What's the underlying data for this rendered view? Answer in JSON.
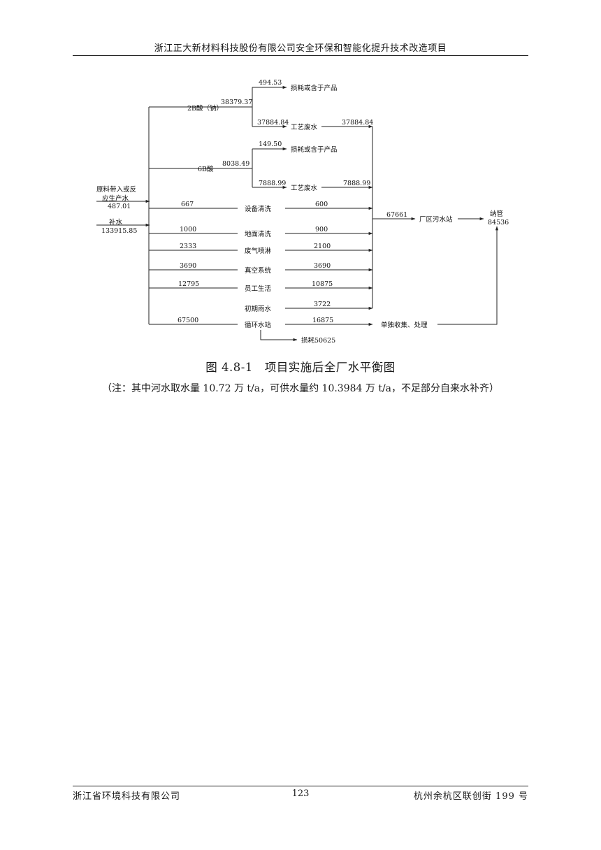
{
  "header": {
    "title": "浙江正大新材料科技股份有限公司安全环保和智能化提升技术改造项目"
  },
  "footer": {
    "company": "浙江省环境科技有限公司",
    "page": "123",
    "address": "杭州余杭区联创街 199 号"
  },
  "figure": {
    "caption": "图 4.8-1　项目实施后全厂水平衡图",
    "note": "（注：其中河水取水量 10.72 万 t/a，可供水量约 10.3984 万 t/a，不足部分自来水补齐）"
  },
  "diagram": {
    "inputs": {
      "raw_label_1": "原料带入或反",
      "raw_label_2": "应生产水",
      "raw_value": "487.01",
      "makeup_label": "补水",
      "makeup_value": "133915.85"
    },
    "acid2b": {
      "name": "2B酸（钠）",
      "in_value": "38379.37",
      "loss_value": "494.53",
      "loss_label": "损耗或含于产品",
      "waste_value": "37884.84",
      "waste_label": "工艺废水",
      "out_value": "37884.84"
    },
    "acid6b": {
      "name": "6B酸",
      "in_value": "8038.49",
      "loss_value": "149.50",
      "loss_label": "损耗或含于产品",
      "waste_value": "7888.99",
      "waste_label": "工艺废水",
      "out_value": "7888.99"
    },
    "units": [
      {
        "name": "设备清洗",
        "in": "667",
        "out": "600"
      },
      {
        "name": "地面清洗",
        "in": "1000",
        "out": "900"
      },
      {
        "name": "废气喷淋",
        "in": "2333",
        "out": "2100"
      },
      {
        "name": "真空系统",
        "in": "3690",
        "out": "3690"
      },
      {
        "name": "员工生活",
        "in": "12795",
        "out": "10875"
      },
      {
        "name": "初期雨水",
        "in": "",
        "out": "3722"
      },
      {
        "name": "循环水站",
        "in": "67500",
        "out": "16875"
      }
    ],
    "circulation_loss": "损耗50625",
    "separate_treatment": "单独收集、处理",
    "plant_station": "厂区污水站",
    "station_in": "67661",
    "discharge_label": "纳管",
    "discharge_value": "84536"
  }
}
